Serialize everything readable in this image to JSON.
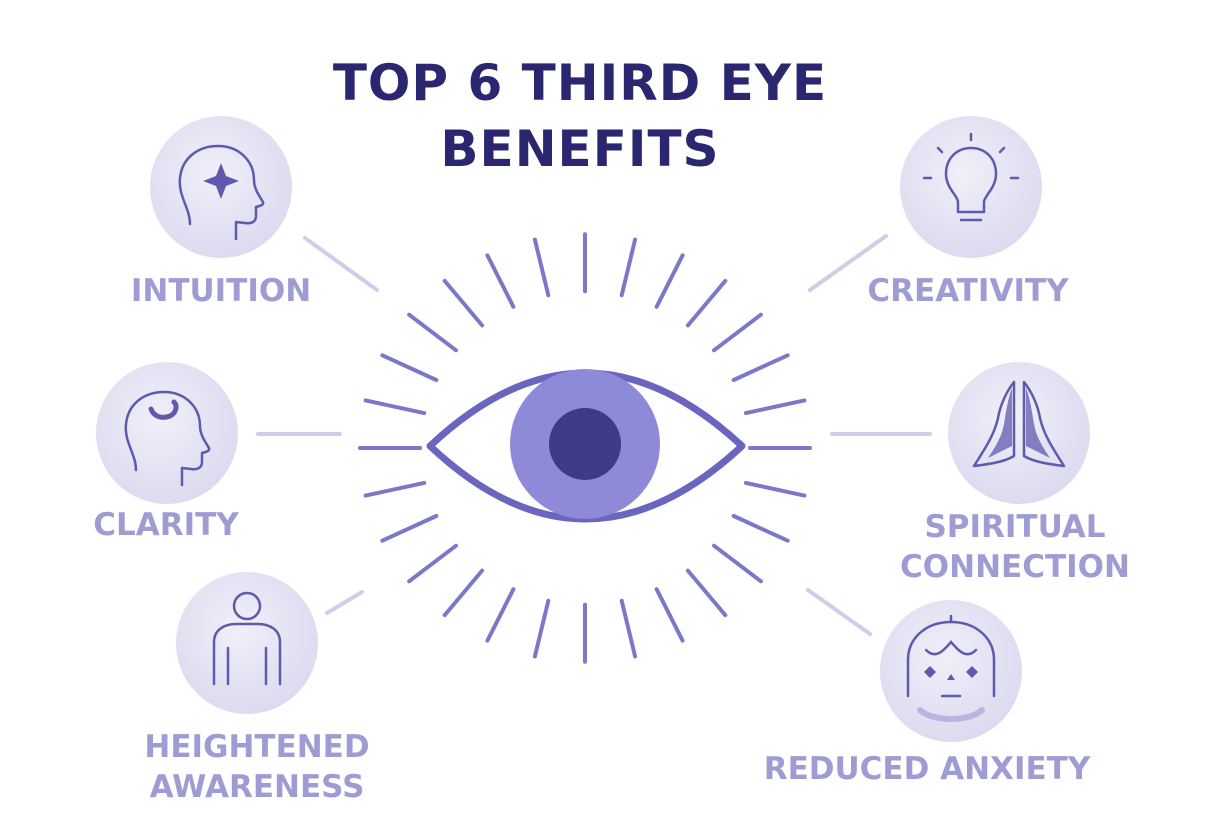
{
  "title_line1": "TOP 6 THIRD EYE",
  "title_line2": "BENEFITS",
  "benefits": [
    {
      "label": "INTUITION",
      "icon": "head-star-icon"
    },
    {
      "label": "CLARITY",
      "icon": "head-swirl-icon"
    },
    {
      "label_line1": "HEIGHTENED",
      "label_line2": "AWARENESS",
      "icon": "person-icon"
    },
    {
      "label": "CREATIVITY",
      "icon": "lightbulb-icon"
    },
    {
      "label_line1": "SPIRITUAL",
      "label_line2": "CONNECTION",
      "icon": "praying-hands-icon"
    },
    {
      "label": "REDUCED ANXIETY",
      "icon": "calm-face-icon"
    }
  ],
  "colors": {
    "title": "#2b2670",
    "label": "#9f9cd4",
    "ray": "#7c78c8",
    "icon_stroke": "#5f5aad",
    "iris": "#8e8ad8",
    "pupil": "#3e3a8a",
    "circle": "#dddcf0"
  }
}
